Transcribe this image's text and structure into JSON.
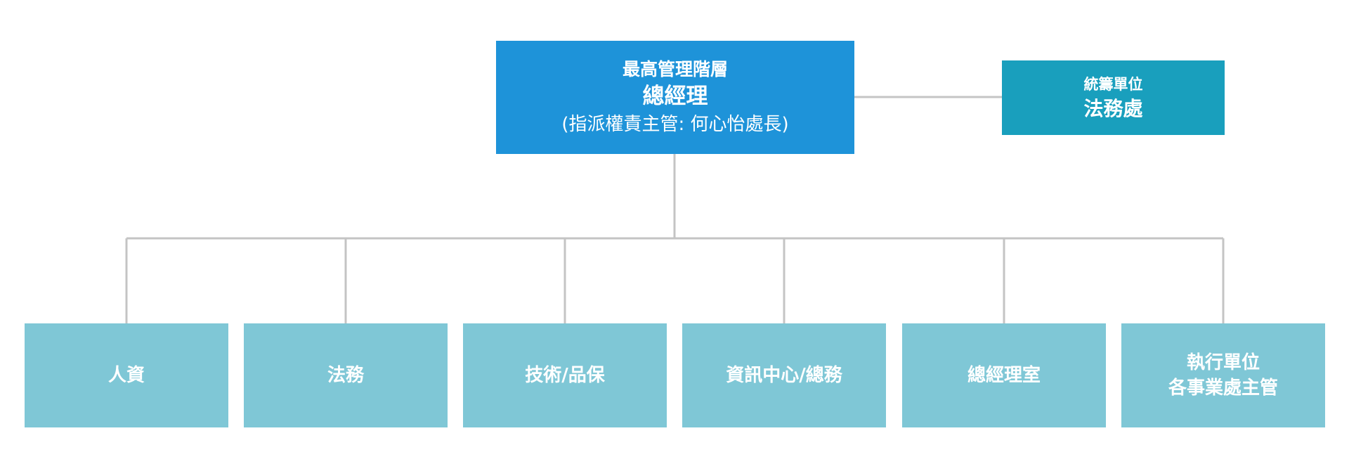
{
  "top_box": {
    "line1": "最高管理階層",
    "line2": "總經理",
    "line3": "(指派權責主管: 何心怡處長)"
  },
  "side_box": {
    "line1": "統籌單位",
    "line2": "法務處"
  },
  "units": [
    {
      "line1": "人資"
    },
    {
      "line1": "法務"
    },
    {
      "line1": "技術/品保"
    },
    {
      "line1": "資訊中心/總務"
    },
    {
      "line1": "總經理室"
    },
    {
      "line1": "執行單位",
      "line2": "各事業處主管"
    }
  ],
  "colors": {
    "top_box": "#1e93d9",
    "side_box": "#199fbd",
    "unit_box": "#7fc7d6",
    "connector": "#c4c4c4",
    "text": "#ffffff"
  }
}
